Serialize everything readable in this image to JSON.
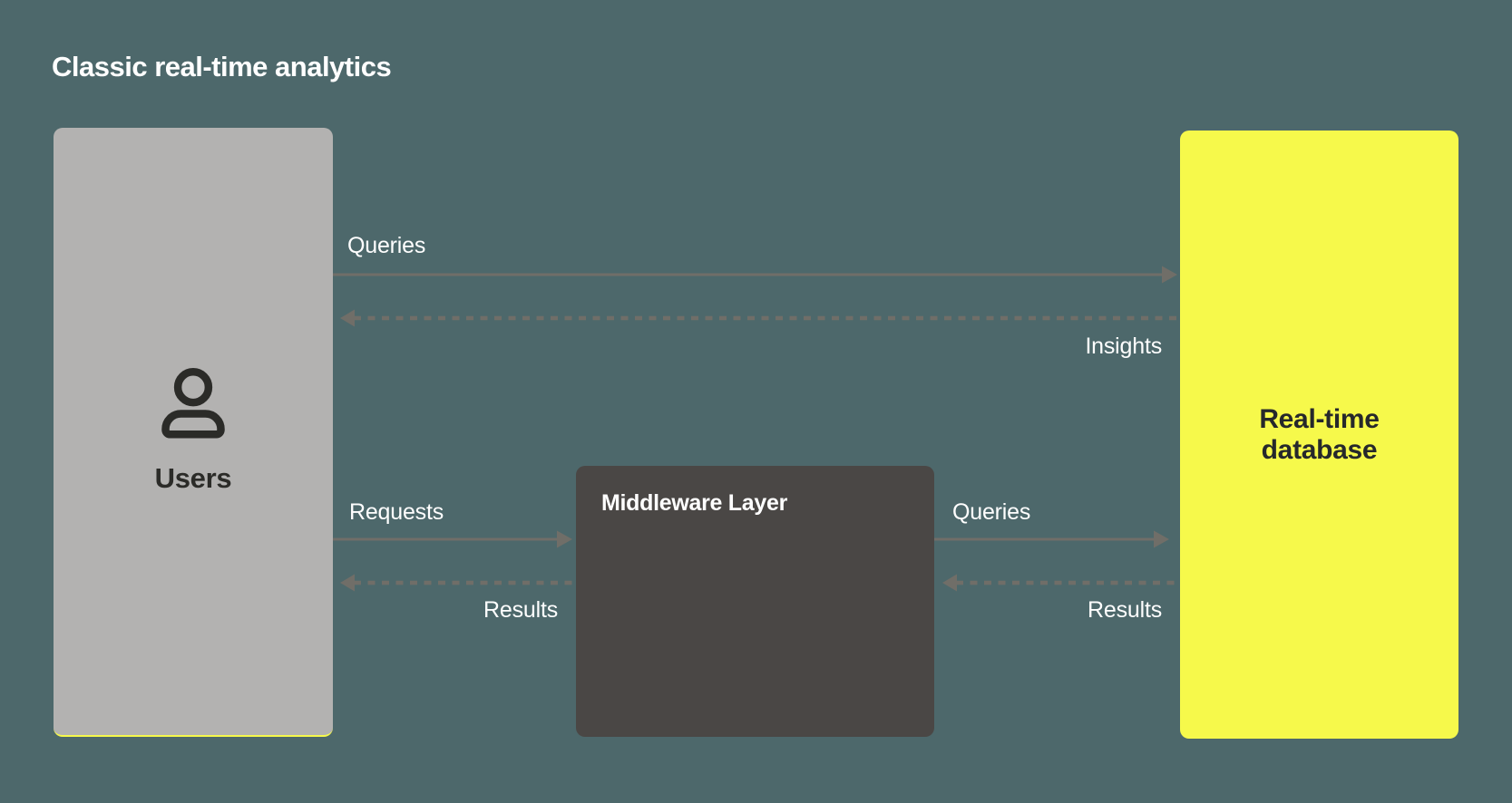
{
  "title": "Classic real-time analytics",
  "colors": {
    "background": "#4d686b",
    "users_box": "#b3b2b1",
    "middleware_box": "#4a4745",
    "database_box": "#f6f94b",
    "arrow": "#706e68",
    "flow_label": "#ffffff",
    "dark_text": "#2b2b28"
  },
  "nodes": {
    "users": {
      "label": "Users",
      "icon": "person-icon"
    },
    "middleware": {
      "label": "Middleware Layer"
    },
    "database": {
      "label": "Real-time database"
    }
  },
  "flows": [
    {
      "id": "users-to-database-queries",
      "label": "Queries",
      "style": "solid",
      "direction": "right",
      "from": "users",
      "to": "database"
    },
    {
      "id": "database-to-users-insights",
      "label": "Insights",
      "style": "dashed",
      "direction": "left",
      "from": "database",
      "to": "users"
    },
    {
      "id": "users-to-middleware-requests",
      "label": "Requests",
      "style": "solid",
      "direction": "right",
      "from": "users",
      "to": "middleware"
    },
    {
      "id": "middleware-to-users-results",
      "label": "Results",
      "style": "dashed",
      "direction": "left",
      "from": "middleware",
      "to": "users"
    },
    {
      "id": "middleware-to-database-queries",
      "label": "Queries",
      "style": "solid",
      "direction": "right",
      "from": "middleware",
      "to": "database"
    },
    {
      "id": "database-to-middleware-results",
      "label": "Results",
      "style": "dashed",
      "direction": "left",
      "from": "database",
      "to": "middleware"
    }
  ]
}
